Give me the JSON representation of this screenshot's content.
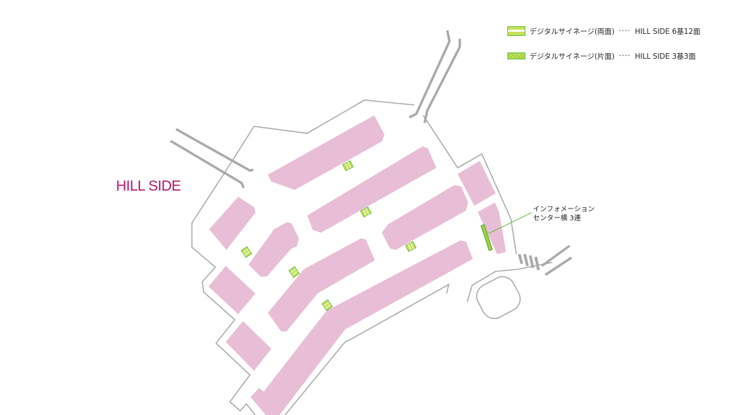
{
  "area_name": "HILL SIDE",
  "legend": [
    {
      "label": "デジタルサイネージ(両面)",
      "dots": "····",
      "value": "HILL SIDE 6基12面",
      "type": "double-sided"
    },
    {
      "label": "デジタルサイネージ(片面)",
      "dots": "····",
      "value": "HILL SIDE 3基3面",
      "type": "single-sided"
    }
  ],
  "annotation": {
    "line1": "インフォメーション",
    "line2": "センター横 3連"
  },
  "colors": {
    "building": "#e8bed6",
    "signage": "#c8e05a",
    "signage_border": "#5cbf3a",
    "outline": "#aaaaaa",
    "area_label": "#b5166b"
  }
}
